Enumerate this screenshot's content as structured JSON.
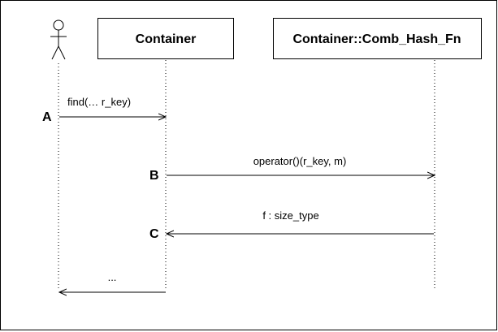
{
  "diagram": {
    "participants": [
      {
        "id": "actor",
        "kind": "actor",
        "label": ""
      },
      {
        "id": "container",
        "kind": "object",
        "label": "Container"
      },
      {
        "id": "comb_hash_fn",
        "kind": "object",
        "label": "Container::Comb_Hash_Fn"
      }
    ],
    "messages": [
      {
        "id": "A",
        "step": "A",
        "label": "find(… r_key)",
        "from": "actor",
        "to": "container"
      },
      {
        "id": "B",
        "step": "B",
        "label": "operator()(r_key, m)",
        "from": "container",
        "to": "comb_hash_fn"
      },
      {
        "id": "C",
        "step": "C",
        "label": "f : size_type",
        "from": "comb_hash_fn",
        "to": "container"
      },
      {
        "id": "D",
        "step": "",
        "label": "...",
        "from": "container",
        "to": "actor"
      }
    ]
  }
}
